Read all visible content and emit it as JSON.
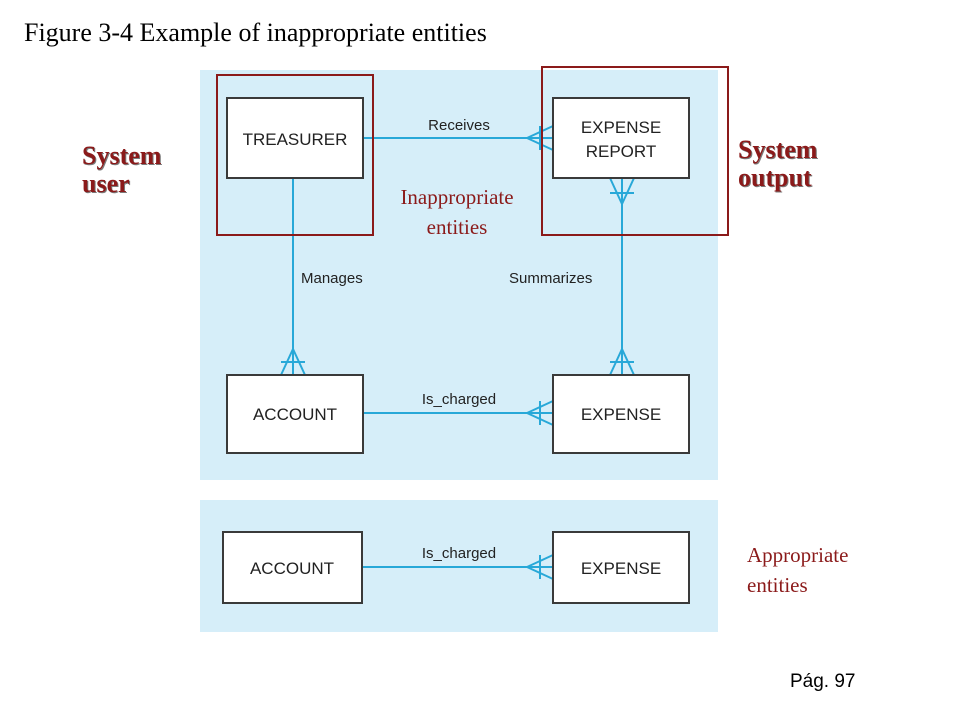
{
  "title": "Figure 3-4 Example of inappropriate entities",
  "diagram_top": {
    "entities": {
      "treasurer": "TREASURER",
      "expense_report_line1": "EXPENSE",
      "expense_report_line2": "REPORT",
      "account": "ACCOUNT",
      "expense": "EXPENSE"
    },
    "relationships": {
      "receives": "Receives",
      "manages": "Manages",
      "summarizes": "Summarizes",
      "is_charged": "Is_charged"
    }
  },
  "diagram_bottom": {
    "entities": {
      "account": "ACCOUNT",
      "expense": "EXPENSE"
    },
    "relationships": {
      "is_charged": "Is_charged"
    }
  },
  "callouts": {
    "system_user": [
      "System",
      "user"
    ],
    "system_output": [
      "System",
      "output"
    ],
    "inappropriate": [
      "Inappropriate",
      "entities"
    ],
    "appropriate": [
      "Appropriate",
      "entities"
    ]
  },
  "colors": {
    "accent": "#8b1a1a",
    "panel": "#d6eef9",
    "line": "#28a8d8"
  },
  "page_number": "Pág. 97"
}
